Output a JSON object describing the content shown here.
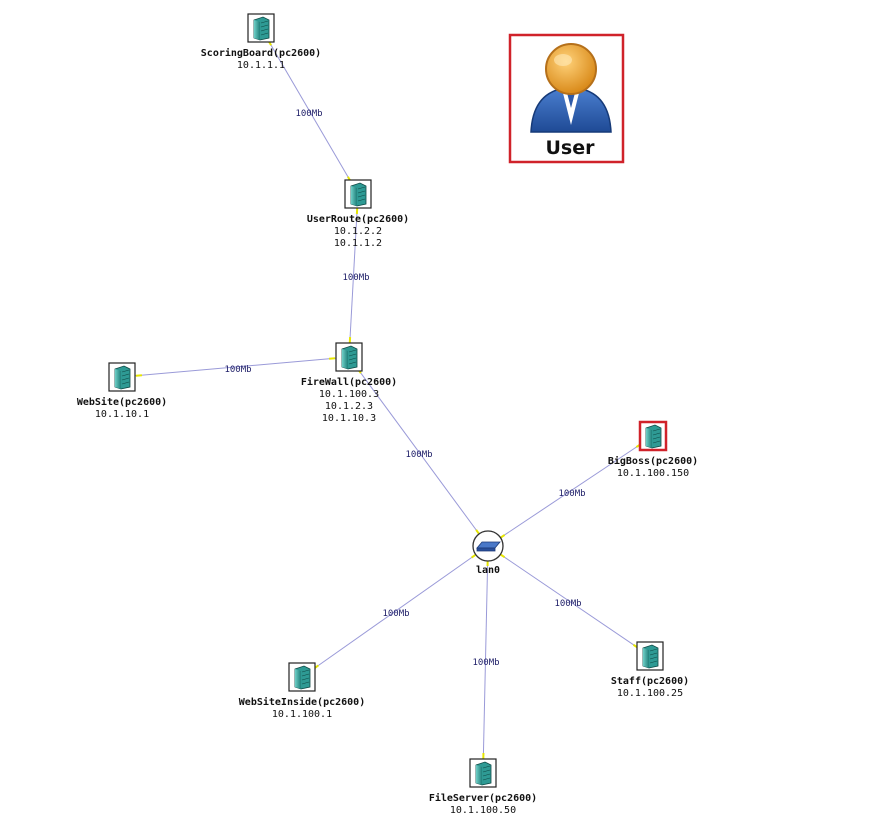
{
  "nodes": [
    {
      "id": "scoringboard",
      "type": "server",
      "name": "ScoringBoard(pc2600)",
      "ips": [
        "10.1.1.1"
      ],
      "highlighted": false
    },
    {
      "id": "userroute",
      "type": "server",
      "name": "UserRoute(pc2600)",
      "ips": [
        "10.1.2.2",
        "10.1.1.2"
      ],
      "highlighted": false
    },
    {
      "id": "firewall",
      "type": "server",
      "name": "FireWall(pc2600)",
      "ips": [
        "10.1.100.3",
        "10.1.2.3",
        "10.1.10.3"
      ],
      "highlighted": false
    },
    {
      "id": "website",
      "type": "server",
      "name": "WebSite(pc2600)",
      "ips": [
        "10.1.10.1"
      ],
      "highlighted": false
    },
    {
      "id": "bigboss",
      "type": "server",
      "name": "BigBoss(pc2600)",
      "ips": [
        "10.1.100.150"
      ],
      "highlighted": true
    },
    {
      "id": "lan0",
      "type": "lan",
      "name": "lan0",
      "ips": [],
      "highlighted": false
    },
    {
      "id": "websiteinside",
      "type": "server",
      "name": "WebSiteInside(pc2600)",
      "ips": [
        "10.1.100.1"
      ],
      "highlighted": false
    },
    {
      "id": "fileserver",
      "type": "server",
      "name": "FileServer(pc2600)",
      "ips": [
        "10.1.100.50"
      ],
      "highlighted": false
    },
    {
      "id": "staff",
      "type": "server",
      "name": "Staff(pc2600)",
      "ips": [
        "10.1.100.25"
      ],
      "highlighted": false
    }
  ],
  "links": [
    {
      "from": "scoringboard",
      "to": "userroute",
      "label": "100Mb"
    },
    {
      "from": "userroute",
      "to": "firewall",
      "label": "100Mb"
    },
    {
      "from": "firewall",
      "to": "website",
      "label": "100Mb"
    },
    {
      "from": "firewall",
      "to": "lan0",
      "label": "100Mb"
    },
    {
      "from": "bigboss",
      "to": "lan0",
      "label": "100Mb"
    },
    {
      "from": "lan0",
      "to": "websiteinside",
      "label": "100Mb"
    },
    {
      "from": "lan0",
      "to": "fileserver",
      "label": "100Mb"
    },
    {
      "from": "lan0",
      "to": "staff",
      "label": "100Mb"
    }
  ],
  "user": {
    "label": "User"
  },
  "colors": {
    "link_line": "#9a9ad8",
    "link_endpoint": "#e6e600",
    "highlight_border": "#d0222a",
    "server_body": "#2e9a94",
    "user_head": "#e89a2a",
    "user_body": "#2e5aa8"
  }
}
